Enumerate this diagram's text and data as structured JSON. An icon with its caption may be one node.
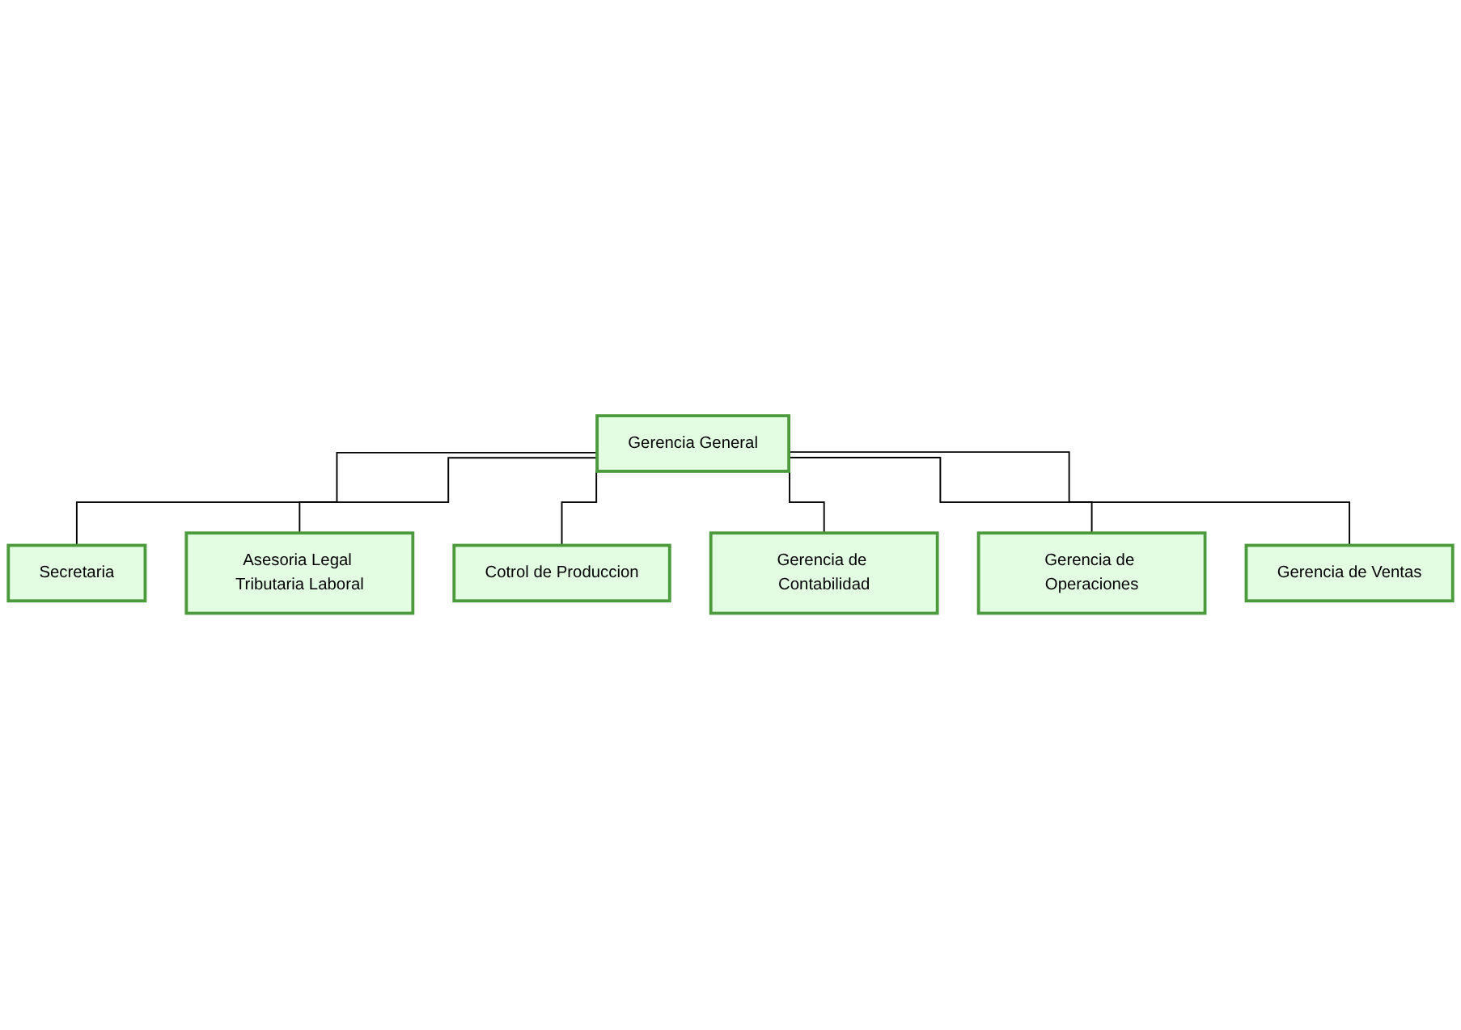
{
  "diagram": {
    "nodes": [
      {
        "text": [
          "Gerencia General"
        ]
      },
      {
        "text": [
          "Secretaria"
        ]
      },
      {
        "text": [
          "Asesoria Legal Tributaria Laboral"
        ]
      },
      {
        "text": [
          "Cotrol de Produccion"
        ]
      },
      {
        "text": [
          "Gerencia de Contabilidad"
        ]
      },
      {
        "text": [
          "Gerencia de Operaciones"
        ]
      },
      {
        "text": [
          "Gerencia de Ventas"
        ]
      }
    ],
    "edges": [
      {
        "from": 0,
        "to": 1,
        "arrow": "none"
      },
      {
        "from": 0,
        "to": 2,
        "arrow": "none"
      },
      {
        "from": 0,
        "to": 3,
        "arrow": "none"
      },
      {
        "from": 0,
        "to": 4,
        "arrow": "none"
      },
      {
        "from": 0,
        "to": 5,
        "arrow": "none"
      },
      {
        "from": 0,
        "to": 6,
        "arrow": "none"
      }
    ]
  }
}
